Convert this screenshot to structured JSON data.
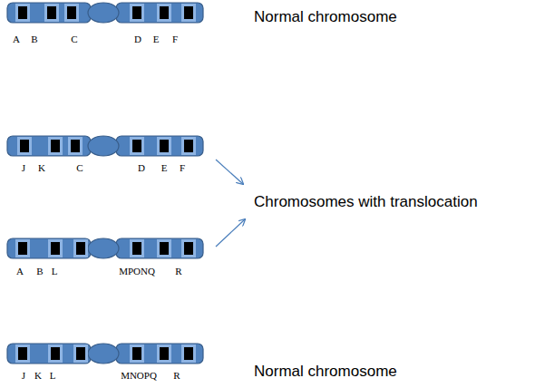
{
  "diagram": {
    "labels": [
      "Normal chromosome",
      "A",
      "B",
      "C",
      "D",
      "E",
      "F",
      "J",
      "K",
      "C",
      "D",
      "E",
      "F",
      "Chromosomes with translocation",
      "A",
      "B",
      "L",
      "MPONQ",
      "R",
      "J",
      "K",
      "L",
      "MNOPQ",
      "R",
      "Normal chromosome"
    ]
  }
}
